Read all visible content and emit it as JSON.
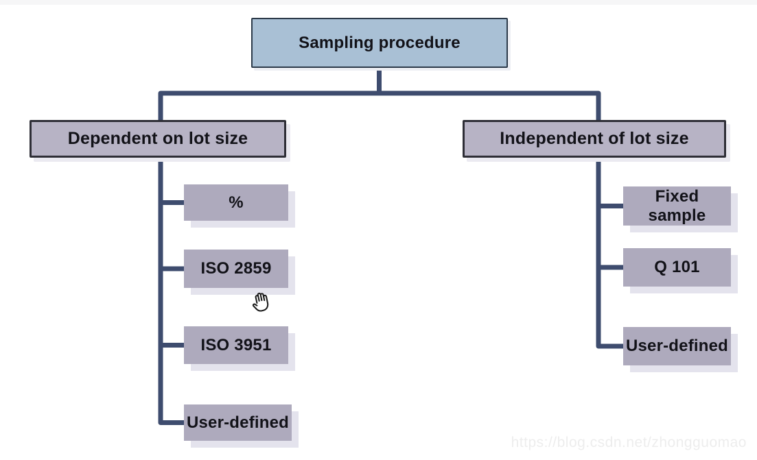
{
  "diagram": {
    "root": {
      "label": "Sampling procedure"
    },
    "branches": [
      {
        "label": "Dependent on lot size",
        "children": [
          {
            "label": "%"
          },
          {
            "label": "ISO 2859"
          },
          {
            "label": "ISO 3951"
          },
          {
            "label": "User-defined"
          }
        ]
      },
      {
        "label": "Independent of lot size",
        "children": [
          {
            "label": "Fixed\nsample"
          },
          {
            "label": "Q 101"
          },
          {
            "label": "User-defined"
          }
        ]
      }
    ]
  },
  "icons": {
    "cursor": "grab-hand-cursor"
  },
  "colors": {
    "root_fill": "#a9c0d5",
    "root_border": "#2c3a49",
    "branch_fill": "#b7b3c5",
    "branch_border": "#2e2e36",
    "child_fill": "#aeaabd",
    "child_shadow": "#e4e3ed",
    "connector": "#3e4c6e",
    "text": "#121218",
    "watermark": "#ededed"
  },
  "watermark": {
    "text": "https://blog.csdn.net/zhongguomao"
  }
}
